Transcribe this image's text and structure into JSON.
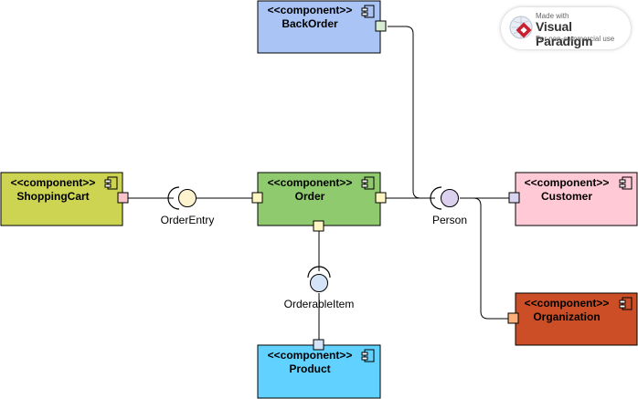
{
  "components": {
    "backorder": {
      "stereotype": "<<component>>",
      "name": "BackOrder",
      "fill": "#a9c4f5"
    },
    "shoppingcart": {
      "stereotype": "<<component>>",
      "name": "ShoppingCart",
      "fill": "#cdd452"
    },
    "order": {
      "stereotype": "<<component>>",
      "name": "Order",
      "fill": "#8fcb6e"
    },
    "customer": {
      "stereotype": "<<component>>",
      "name": "Customer",
      "fill": "#ffc9d6"
    },
    "organization": {
      "stereotype": "<<component>>",
      "name": "Organization",
      "fill": "#cc4e26"
    },
    "product": {
      "stereotype": "<<component>>",
      "name": "Product",
      "fill": "#61d2ff"
    }
  },
  "interfaces": {
    "orderentry": {
      "label": "OrderEntry",
      "fill": "#fdf3cf"
    },
    "person": {
      "label": "Person",
      "fill": "#dcd0ef"
    },
    "orderableitem": {
      "label": "OrderableItem",
      "fill": "#d5e3f8"
    }
  },
  "ports": {
    "backorder": "#d7ecd2",
    "shoppingcart": "#f7c5c9",
    "order_left": "#fdf6c2",
    "order_right": "#fdf6c2",
    "order_bottom": "#fdf6c2",
    "customer": "#d8d3ee",
    "organization": "#fbb07a",
    "product": "#d5e3f8"
  },
  "watermark": {
    "made_with": "Made with",
    "brand": "Visual Paradigm",
    "note": "For non-commercial use"
  }
}
